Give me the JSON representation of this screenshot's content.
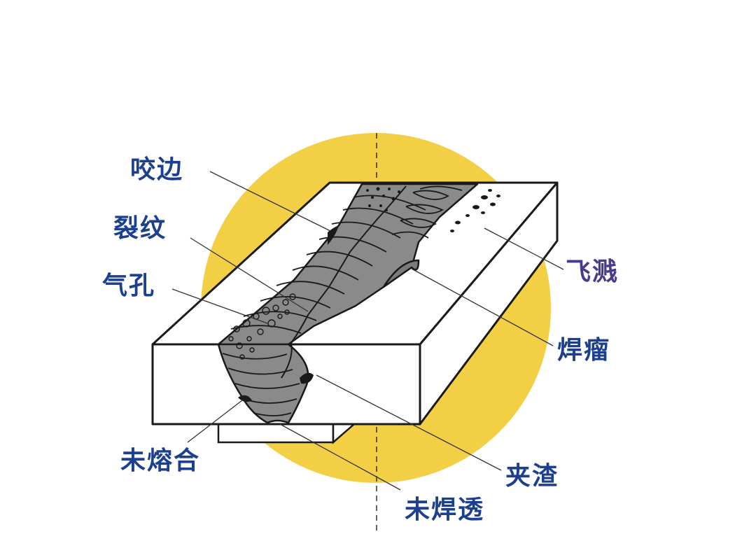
{
  "colors": {
    "label": "#1c3f8f",
    "label_alt": "#4a3a8e",
    "circle": "#f2cf45",
    "weld": "#8a8a8a",
    "outline": "#1a1a1a",
    "plate": "#ffffff"
  },
  "labels": {
    "undercut": "咬边",
    "crack": "裂纹",
    "porosity": "气孔",
    "lack_of_fusion": "未熔合",
    "spatter": "飞溅",
    "overlap": "焊瘤",
    "slag_inclusion": "夹渣",
    "incomplete_penetration": "未焊透"
  }
}
